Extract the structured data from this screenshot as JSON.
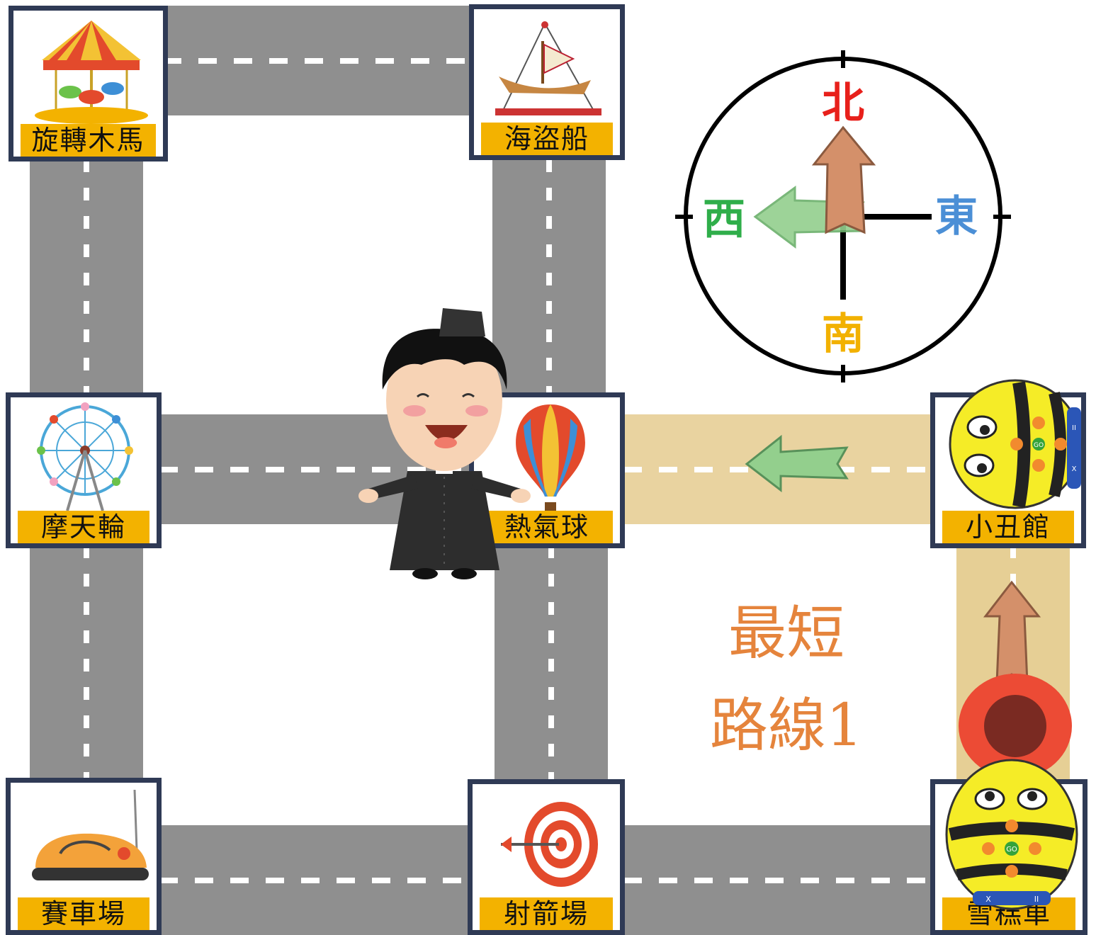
{
  "stations": {
    "carousel": "旋轉木馬",
    "pirate_ship": "海盜船",
    "ferris_wheel": "摩天輪",
    "hot_air_balloon": "熱氣球",
    "clown_hall": "小丑館",
    "race_track": "賽車場",
    "archery": "射箭場",
    "ice_cream_truck": "雪糕車"
  },
  "compass": {
    "north": "北",
    "south": "南",
    "east": "東",
    "west": "西",
    "colors": {
      "north": "#e8201b",
      "south": "#f2b100",
      "east": "#4b8fd6",
      "west": "#2fae4a"
    }
  },
  "route": {
    "title_line1": "最短",
    "title_line2": "路線1",
    "steps": [
      "north-arrow",
      "west-arrow"
    ],
    "colors": {
      "forward": "#d4906a",
      "turn_left": "#93cf8d"
    }
  },
  "robot": {
    "go": "GO",
    "cancel": "X",
    "pause": "II"
  }
}
